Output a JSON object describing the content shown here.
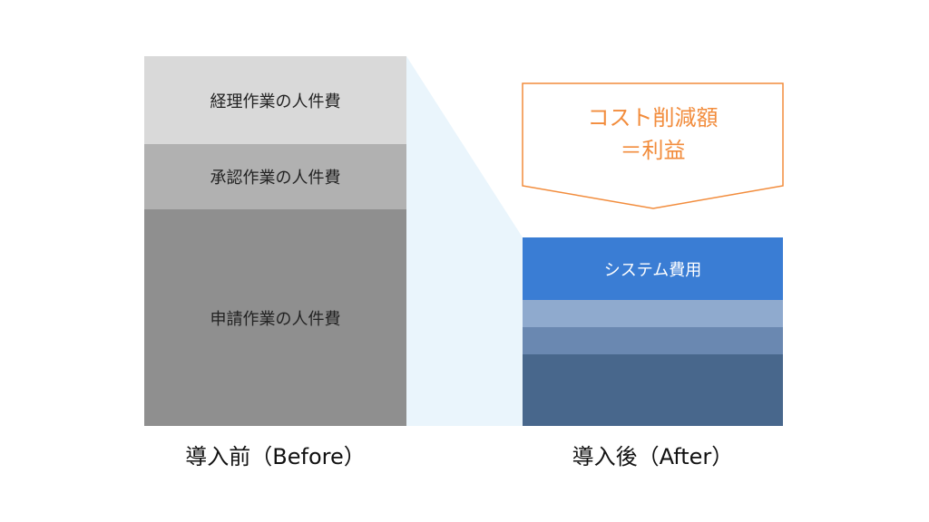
{
  "before": {
    "caption": "導入前（Before）",
    "segments": [
      {
        "label": "経理作業の人件費",
        "color": "#d9d9d9"
      },
      {
        "label": "承認作業の人件費",
        "color": "#b1b1b1"
      },
      {
        "label": "申請作業の人件費",
        "color": "#8f8f8f"
      }
    ]
  },
  "after": {
    "caption": "導入後（After）",
    "segments": [
      {
        "label": "システム費用",
        "color": "#3a7dd4"
      },
      {
        "label": "",
        "color": "#8faace"
      },
      {
        "label": "",
        "color": "#6a88b1"
      },
      {
        "label": "",
        "color": "#48678c"
      }
    ]
  },
  "callout": {
    "line1": "コスト削減額",
    "line2": "＝利益",
    "color": "#f28c3c"
  },
  "connector_color": "#eaf5fc"
}
